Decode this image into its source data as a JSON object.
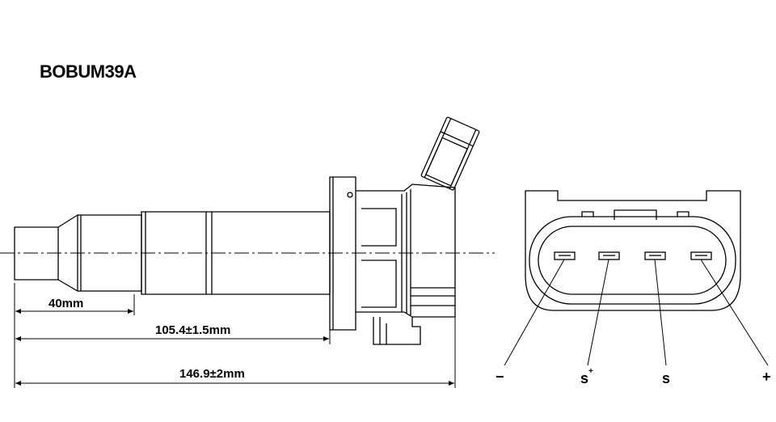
{
  "title": "BOBUM39A",
  "dimensions": {
    "short": "40mm",
    "middle": "105.4±1.5mm",
    "total": "146.9±2mm"
  },
  "pins": [
    {
      "label": "−",
      "sup": ""
    },
    {
      "label": "s",
      "sup": "+"
    },
    {
      "label": "s",
      "sup": ""
    },
    {
      "label": "+",
      "sup": ""
    }
  ]
}
